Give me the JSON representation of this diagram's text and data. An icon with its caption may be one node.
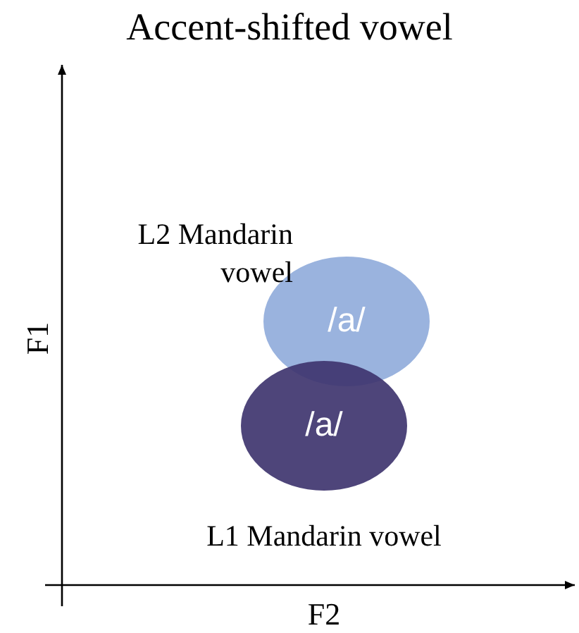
{
  "diagram": {
    "title": "Accent-shifted vowel",
    "nodes": [
      {
        "text": [
          "/a/"
        ],
        "beside": [
          "L2 Mandarin vowel"
        ]
      },
      {
        "text": [
          "/a/"
        ],
        "beside": [
          "L1 Mandarin vowel"
        ]
      }
    ],
    "labels": [
      "F1",
      "F2"
    ]
  }
}
